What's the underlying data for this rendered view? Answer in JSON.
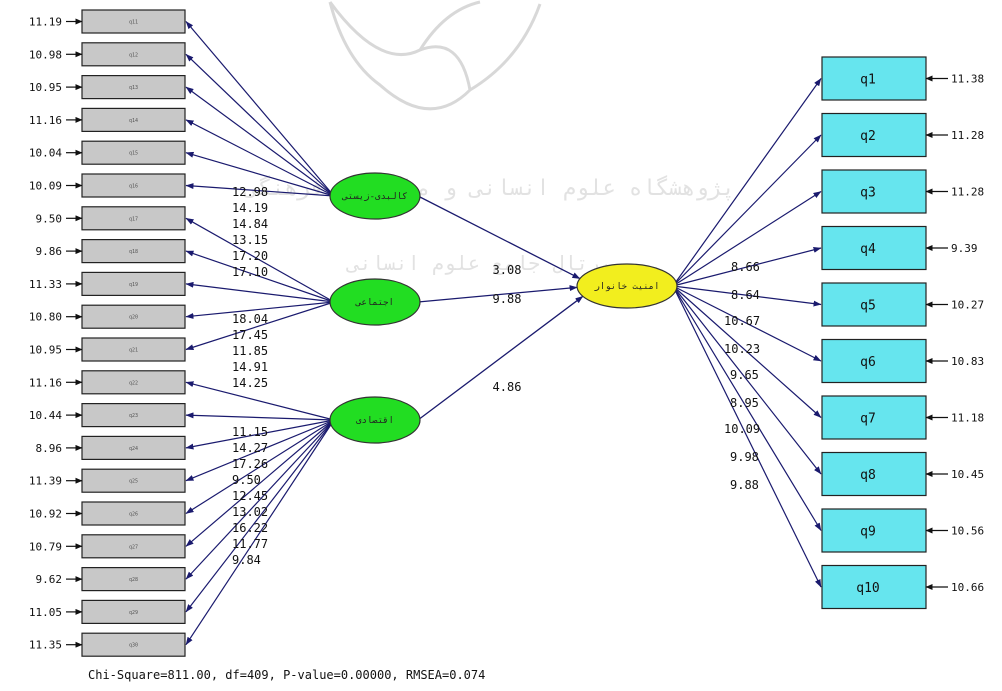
{
  "watermark": {
    "line1": "پژوهشگاه علوم انسانی و مطالعات فرهنگی",
    "line2": "پرتال جامع علوم انسانی"
  },
  "left_items": [
    {
      "label": "q11",
      "error": "11.19"
    },
    {
      "label": "q12",
      "error": "10.98"
    },
    {
      "label": "q13",
      "error": "10.95"
    },
    {
      "label": "q14",
      "error": "11.16"
    },
    {
      "label": "q15",
      "error": "10.04"
    },
    {
      "label": "q16",
      "error": "10.09"
    },
    {
      "label": "q17",
      "error": "9.50"
    },
    {
      "label": "q18",
      "error": "9.86"
    },
    {
      "label": "q19",
      "error": "11.33"
    },
    {
      "label": "q20",
      "error": "10.80"
    },
    {
      "label": "q21",
      "error": "10.95"
    },
    {
      "label": "q22",
      "error": "11.16"
    },
    {
      "label": "q23",
      "error": "10.44"
    },
    {
      "label": "q24",
      "error": "8.96"
    },
    {
      "label": "q25",
      "error": "11.39"
    },
    {
      "label": "q26",
      "error": "10.92"
    },
    {
      "label": "q27",
      "error": "10.79"
    },
    {
      "label": "q28",
      "error": "9.62"
    },
    {
      "label": "q29",
      "error": "11.05"
    },
    {
      "label": "q30",
      "error": "11.35"
    }
  ],
  "latents": [
    {
      "label": "کالبدی-زیستی",
      "color": "#22dd22"
    },
    {
      "label": "اجتماعی",
      "color": "#22dd22"
    },
    {
      "label": "اقتصادی",
      "color": "#22dd22"
    },
    {
      "label": "امنیت خانوار",
      "color": "#f2ee1e"
    }
  ],
  "left_loadings": [
    {
      "latent": 0,
      "item": 0,
      "value": "12.98"
    },
    {
      "latent": 0,
      "item": 1,
      "value": "14.19"
    },
    {
      "latent": 0,
      "item": 2,
      "value": "14.84"
    },
    {
      "latent": 0,
      "item": 3,
      "value": "13.15"
    },
    {
      "latent": 0,
      "item": 4,
      "value": "17.20"
    },
    {
      "latent": 0,
      "item": 5,
      "value": "17.10"
    },
    {
      "latent": 1,
      "item": 6,
      "value": "18.04"
    },
    {
      "latent": 1,
      "item": 7,
      "value": "17.45"
    },
    {
      "latent": 1,
      "item": 8,
      "value": "11.85"
    },
    {
      "latent": 1,
      "item": 9,
      "value": "14.91"
    },
    {
      "latent": 1,
      "item": 10,
      "value": "14.25"
    },
    {
      "latent": 2,
      "item": 11,
      "value": "11.15"
    },
    {
      "latent": 2,
      "item": 12,
      "value": "14.27"
    },
    {
      "latent": 2,
      "item": 13,
      "value": "17.26"
    },
    {
      "latent": 2,
      "item": 14,
      "value": "9.50"
    },
    {
      "latent": 2,
      "item": 15,
      "value": "12.45"
    },
    {
      "latent": 2,
      "item": 16,
      "value": "13.02"
    },
    {
      "latent": 2,
      "item": 17,
      "value": "16.22"
    },
    {
      "latent": 2,
      "item": 18,
      "value": "11.77"
    },
    {
      "latent": 2,
      "item": 19,
      "value": "9.84"
    }
  ],
  "structural_paths": [
    {
      "from": 0,
      "value": "3.08"
    },
    {
      "from": 1,
      "value": "9.88"
    },
    {
      "from": 2,
      "value": "4.86"
    }
  ],
  "right_items": [
    {
      "label": "q1",
      "error": "11.38",
      "loading": "8.66"
    },
    {
      "label": "q2",
      "error": "11.28",
      "loading": "8.64"
    },
    {
      "label": "q3",
      "error": "11.28",
      "loading": "10.67"
    },
    {
      "label": "q4",
      "error": "9.39",
      "loading": "10.23"
    },
    {
      "label": "q5",
      "error": "10.27",
      "loading": "9.65"
    },
    {
      "label": "q6",
      "error": "10.83",
      "loading": "8.95"
    },
    {
      "label": "q7",
      "error": "11.18",
      "loading": "10.09"
    },
    {
      "label": "q8",
      "error": "10.45",
      "loading": "9.98"
    },
    {
      "label": "q9",
      "error": "10.56",
      "loading": "9.88"
    },
    {
      "label": "q10",
      "error": "10.66",
      "loading": ""
    }
  ],
  "fit_statistics": "Chi-Square=811.00, df=409, P-value=0.00000, RMSEA=0.074"
}
